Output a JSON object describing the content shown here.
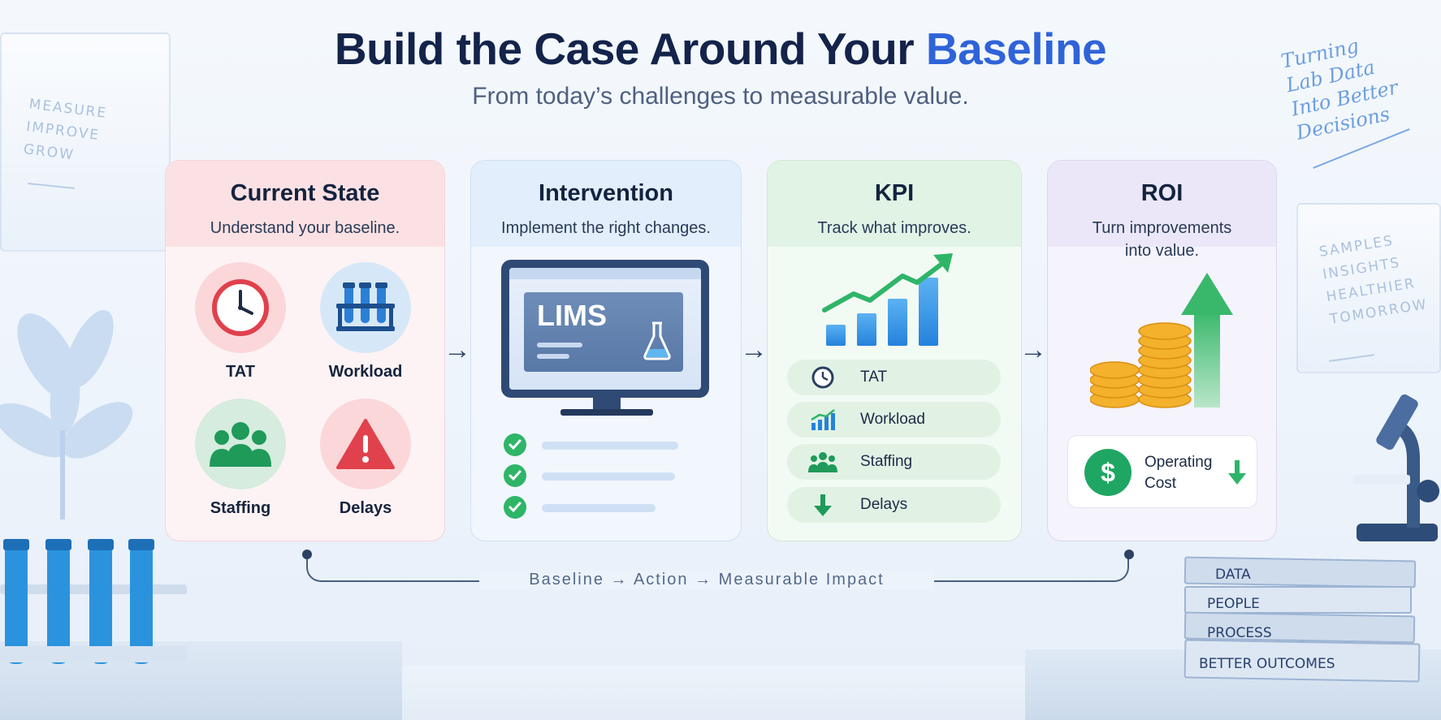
{
  "header": {
    "title_prefix": "Build the Case Around Your",
    "title_accent": "Baseline",
    "subtitle": "From today’s challenges to measurable value."
  },
  "decor": {
    "wall_left": [
      "MEASURE",
      "IMPROVE",
      "GROW"
    ],
    "wall_right": [
      "SAMPLES",
      "INSIGHTS",
      "HEALTHIER",
      "TOMORROW"
    ],
    "handwritten_note": [
      "Turning",
      "Lab Data",
      "Into Better",
      "Decisions"
    ],
    "books": [
      "DATA",
      "PEOPLE",
      "PROCESS",
      "BETTER OUTCOMES"
    ]
  },
  "cards": {
    "current_state": {
      "title": "Current State",
      "desc": "Understand your baseline.",
      "issues": [
        {
          "label": "TAT",
          "icon": "clock-icon"
        },
        {
          "label": "Workload",
          "icon": "test-tubes-icon"
        },
        {
          "label": "Staffing",
          "icon": "people-icon"
        },
        {
          "label": "Delays",
          "icon": "warning-icon"
        }
      ]
    },
    "intervention": {
      "title": "Intervention",
      "desc": "Implement the right changes.",
      "screen_label": "LIMS"
    },
    "kpi": {
      "title": "KPI",
      "desc": "Track what improves.",
      "rows": [
        {
          "label": "TAT",
          "icon": "clock-icon"
        },
        {
          "label": "Workload",
          "icon": "bar-chart-icon"
        },
        {
          "label": "Staffing",
          "icon": "people-icon"
        },
        {
          "label": "Delays",
          "icon": "arrow-down-icon"
        }
      ]
    },
    "roi": {
      "title": "ROI",
      "desc_line1": "Turn improvements",
      "desc_line2": "into value.",
      "cost_line1": "Operating",
      "cost_line2": "Cost",
      "dollar_symbol": "$"
    }
  },
  "flow": {
    "text": "Baseline  →  Action  →  Measurable Impact"
  },
  "colors": {
    "accent": "#2f63d8",
    "red": "#e0414c",
    "green": "#2fb568",
    "blue": "#3a8fe0"
  }
}
